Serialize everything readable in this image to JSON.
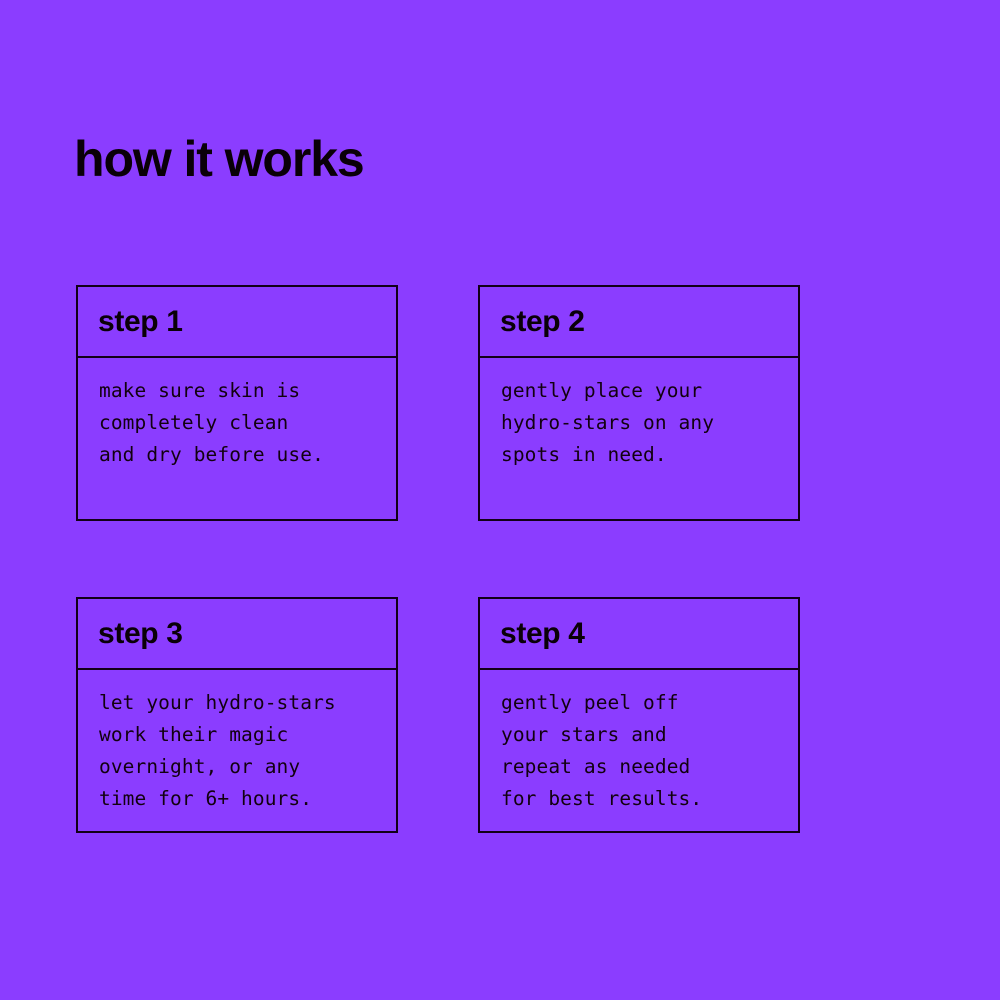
{
  "colors": {
    "background": "#8b3dff",
    "ink": "#0a0008",
    "border": "#120018"
  },
  "header": {
    "title": "how it works"
  },
  "steps": [
    {
      "title": "step 1",
      "body": "make sure skin is\ncompletely clean\nand dry before use."
    },
    {
      "title": "step 2",
      "body": "gently place your\nhydro-stars on any\nspots in need."
    },
    {
      "title": "step 3",
      "body": "let your hydro-stars\nwork their magic\novernight, or any\ntime for 6+ hours."
    },
    {
      "title": "step 4",
      "body": "gently peel off\nyour stars and\nrepeat as needed\nfor best results."
    }
  ]
}
